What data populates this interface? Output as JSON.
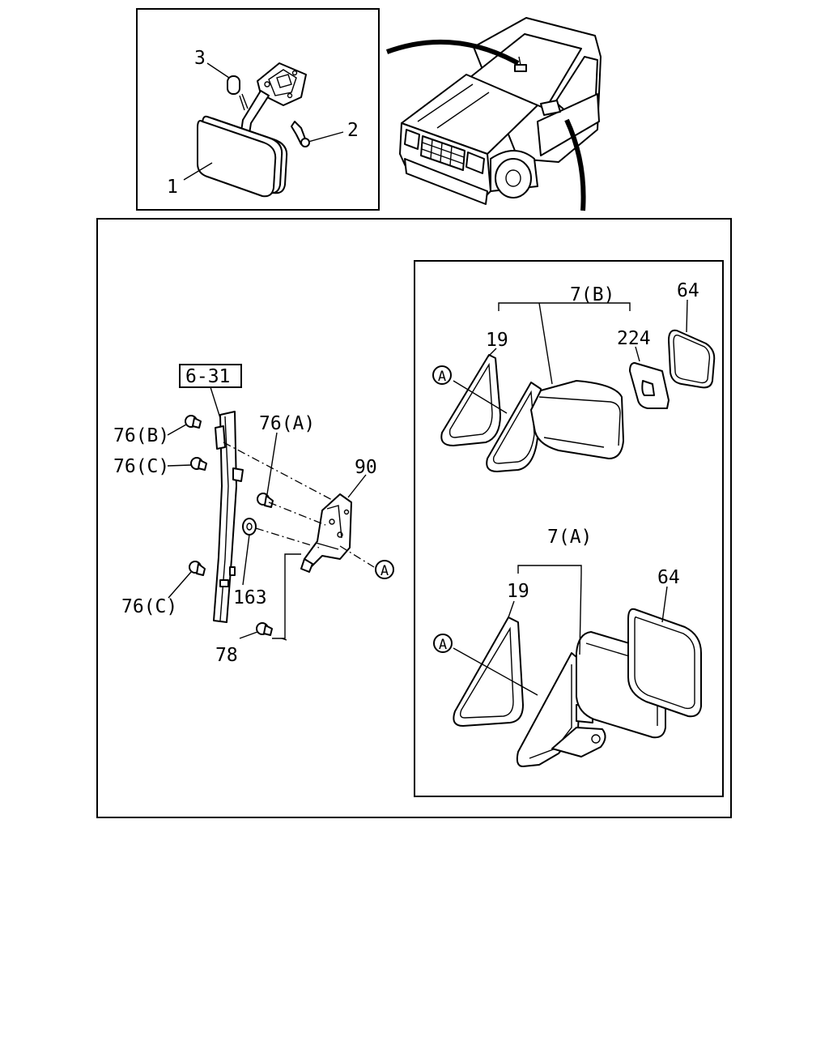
{
  "labels": {
    "l1": "1",
    "l2": "2",
    "l3": "3",
    "ref631": "6-31",
    "l76b": "76(B)",
    "l76c_top": "76(C)",
    "l76a": "76(A)",
    "l90": "90",
    "l163": "163",
    "l76c_bottom": "76(C)",
    "l78": "78",
    "l7b": "7(B)",
    "l19_top": "19",
    "l224": "224",
    "l64_top": "64",
    "l7a": "7(A)",
    "l19_bottom": "19",
    "l64_bottom": "64"
  },
  "callouts": {
    "a_left": "A",
    "a_top": "A",
    "a_bottom": "A"
  }
}
